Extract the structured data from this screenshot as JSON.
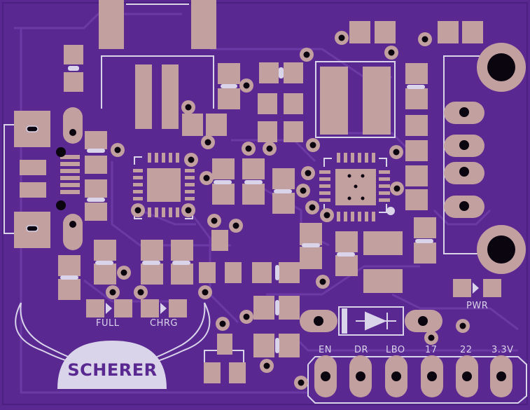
{
  "board": {
    "logo": "SCHERER",
    "colors": {
      "soldermask": "#5a2891",
      "copper_trace": "#6c3aa5",
      "pad": "#c2a0a0",
      "hole": "#0b0510",
      "silkscreen": "#d9d4ea"
    },
    "led_labels": {
      "full": "FULL",
      "charge": "CHRG",
      "power": "PWR"
    },
    "header_pins": [
      "EN",
      "DR",
      "LBO",
      "17",
      "22",
      "3.3V"
    ]
  }
}
